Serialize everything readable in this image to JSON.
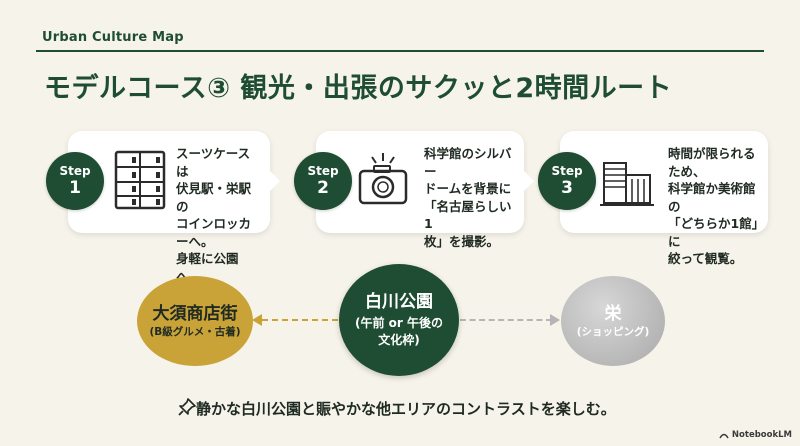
{
  "header": {
    "label": "Urban Culture Map",
    "title": "モデルコース③ 観光・出張のサクッと2時間ルート"
  },
  "steps": [
    {
      "badge_word": "Step",
      "badge_num": "1",
      "icon": "coin-locker-icon",
      "text": "スーツケースは\n伏見駅・栄駅の\nコインロッカーへ。\n身軽に公園へ。"
    },
    {
      "badge_word": "Step",
      "badge_num": "2",
      "icon": "camera-icon",
      "text": "科学館のシルバー\nドームを背景に\n「名古屋らしい1\n枚」を撮影。"
    },
    {
      "badge_word": "Step",
      "badge_num": "3",
      "icon": "museum-building-icon",
      "text": "時間が限られるため、\n科学館か美術館の\n「どちらか1館」に\n絞って観覧。"
    }
  ],
  "diagram": {
    "left": {
      "name": "大須商店街",
      "sub": "(B級グルメ・古着)"
    },
    "center": {
      "name": "白川公園",
      "sub": "(午前 or 午後の\n文化枠)"
    },
    "right": {
      "name": "栄",
      "sub": "(ショッピング)"
    }
  },
  "summary": "静かな白川公園と賑やかな他エリアのコントラストを楽しむ。",
  "watermark": "NotebookLM",
  "colors": {
    "primary": "#1f4d33",
    "gold": "#c9a337",
    "gray": "#b5b5b5",
    "background": "#f6f3ea"
  }
}
